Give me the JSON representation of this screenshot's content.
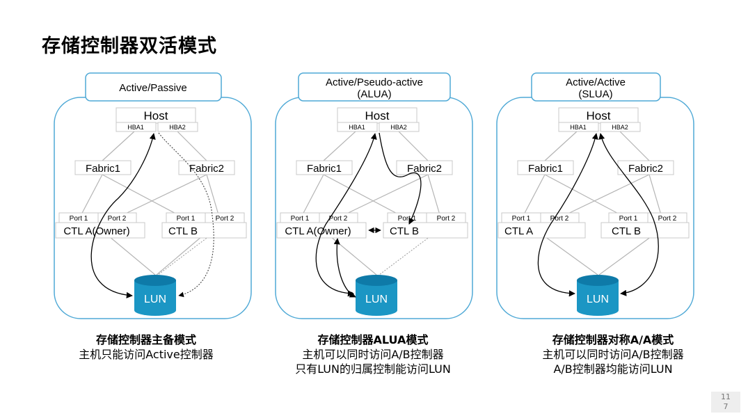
{
  "page": {
    "title": "存储控制器双活模式",
    "page_number": [
      "11",
      "7"
    ]
  },
  "labels": {
    "host": "Host",
    "hba1": "HBA1",
    "hba2": "HBA2",
    "fabric1": "Fabric1",
    "fabric2": "Fabric2",
    "port1": "Port 1",
    "port2": "Port 2",
    "lun": "LUN"
  },
  "panels": [
    {
      "mode_lines": [
        "Active/Passive"
      ],
      "ctl_a": "CTL A(Owner)",
      "ctl_b": "CTL B",
      "caption": [
        "存储控制器主备模式",
        "主机只能访问Active控制器"
      ]
    },
    {
      "mode_lines": [
        "Active/Pseudo-active",
        "(ALUA)"
      ],
      "ctl_a": "CTL A(Owner)",
      "ctl_b": "CTL B",
      "caption": [
        "存储控制器ALUA模式",
        "主机可以同时访问A/B控制器",
        "只有LUN的归属控制能访问LUN"
      ]
    },
    {
      "mode_lines": [
        "Active/Active",
        "(SLUA)"
      ],
      "ctl_a": "CTL A",
      "ctl_b": "CTL B",
      "caption": [
        "存储控制器对称A/A模式",
        "主机可以同时访问A/B控制器",
        "A/B控制器均能访问LUN"
      ]
    }
  ],
  "colors": {
    "frame": "#4fa9d6",
    "box_border": "#c8c8c8",
    "line": "#b4b4b4",
    "lun_fill": "#1b96c4",
    "lun_top": "#0e7aa8"
  }
}
